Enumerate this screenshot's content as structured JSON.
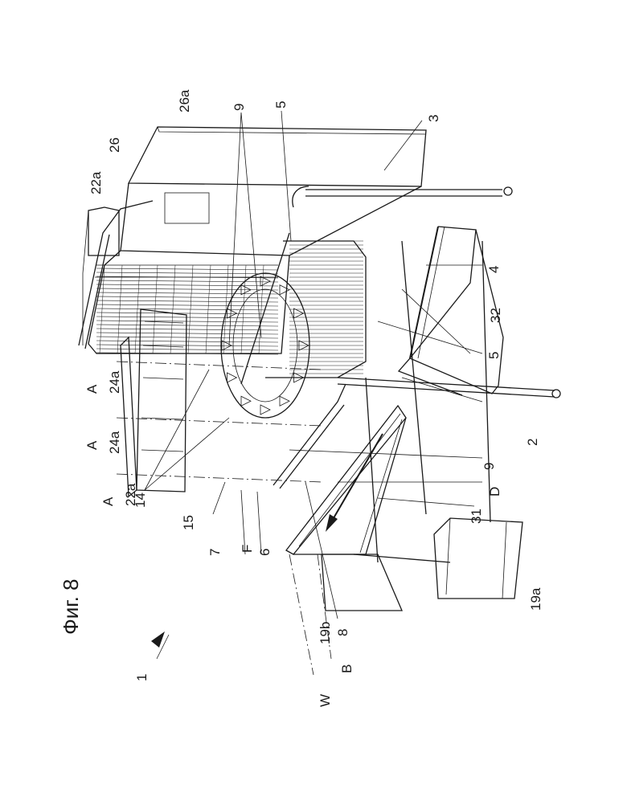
{
  "figure": {
    "title": "Фиг. 8",
    "labels": {
      "l1": "1",
      "l2": "2",
      "l3": "3",
      "l4": "4",
      "l5a": "5",
      "l5b": "5",
      "l6": "6",
      "l7": "7",
      "l8": "8",
      "l9a": "9",
      "l9b": "9",
      "l14": "14",
      "l15": "15",
      "l19a": "19a",
      "l19b": "19b",
      "l22a_top": "22a",
      "l22a_bot": "22a",
      "l24a_top": "24a",
      "l24a_bot": "24a",
      "l26": "26",
      "l26a": "26a",
      "l31": "31",
      "l32": "32",
      "lA1": "A",
      "lA2": "A",
      "lA3": "A",
      "lB": "B",
      "lD": "D",
      "lF": "F",
      "lW": "W"
    }
  }
}
